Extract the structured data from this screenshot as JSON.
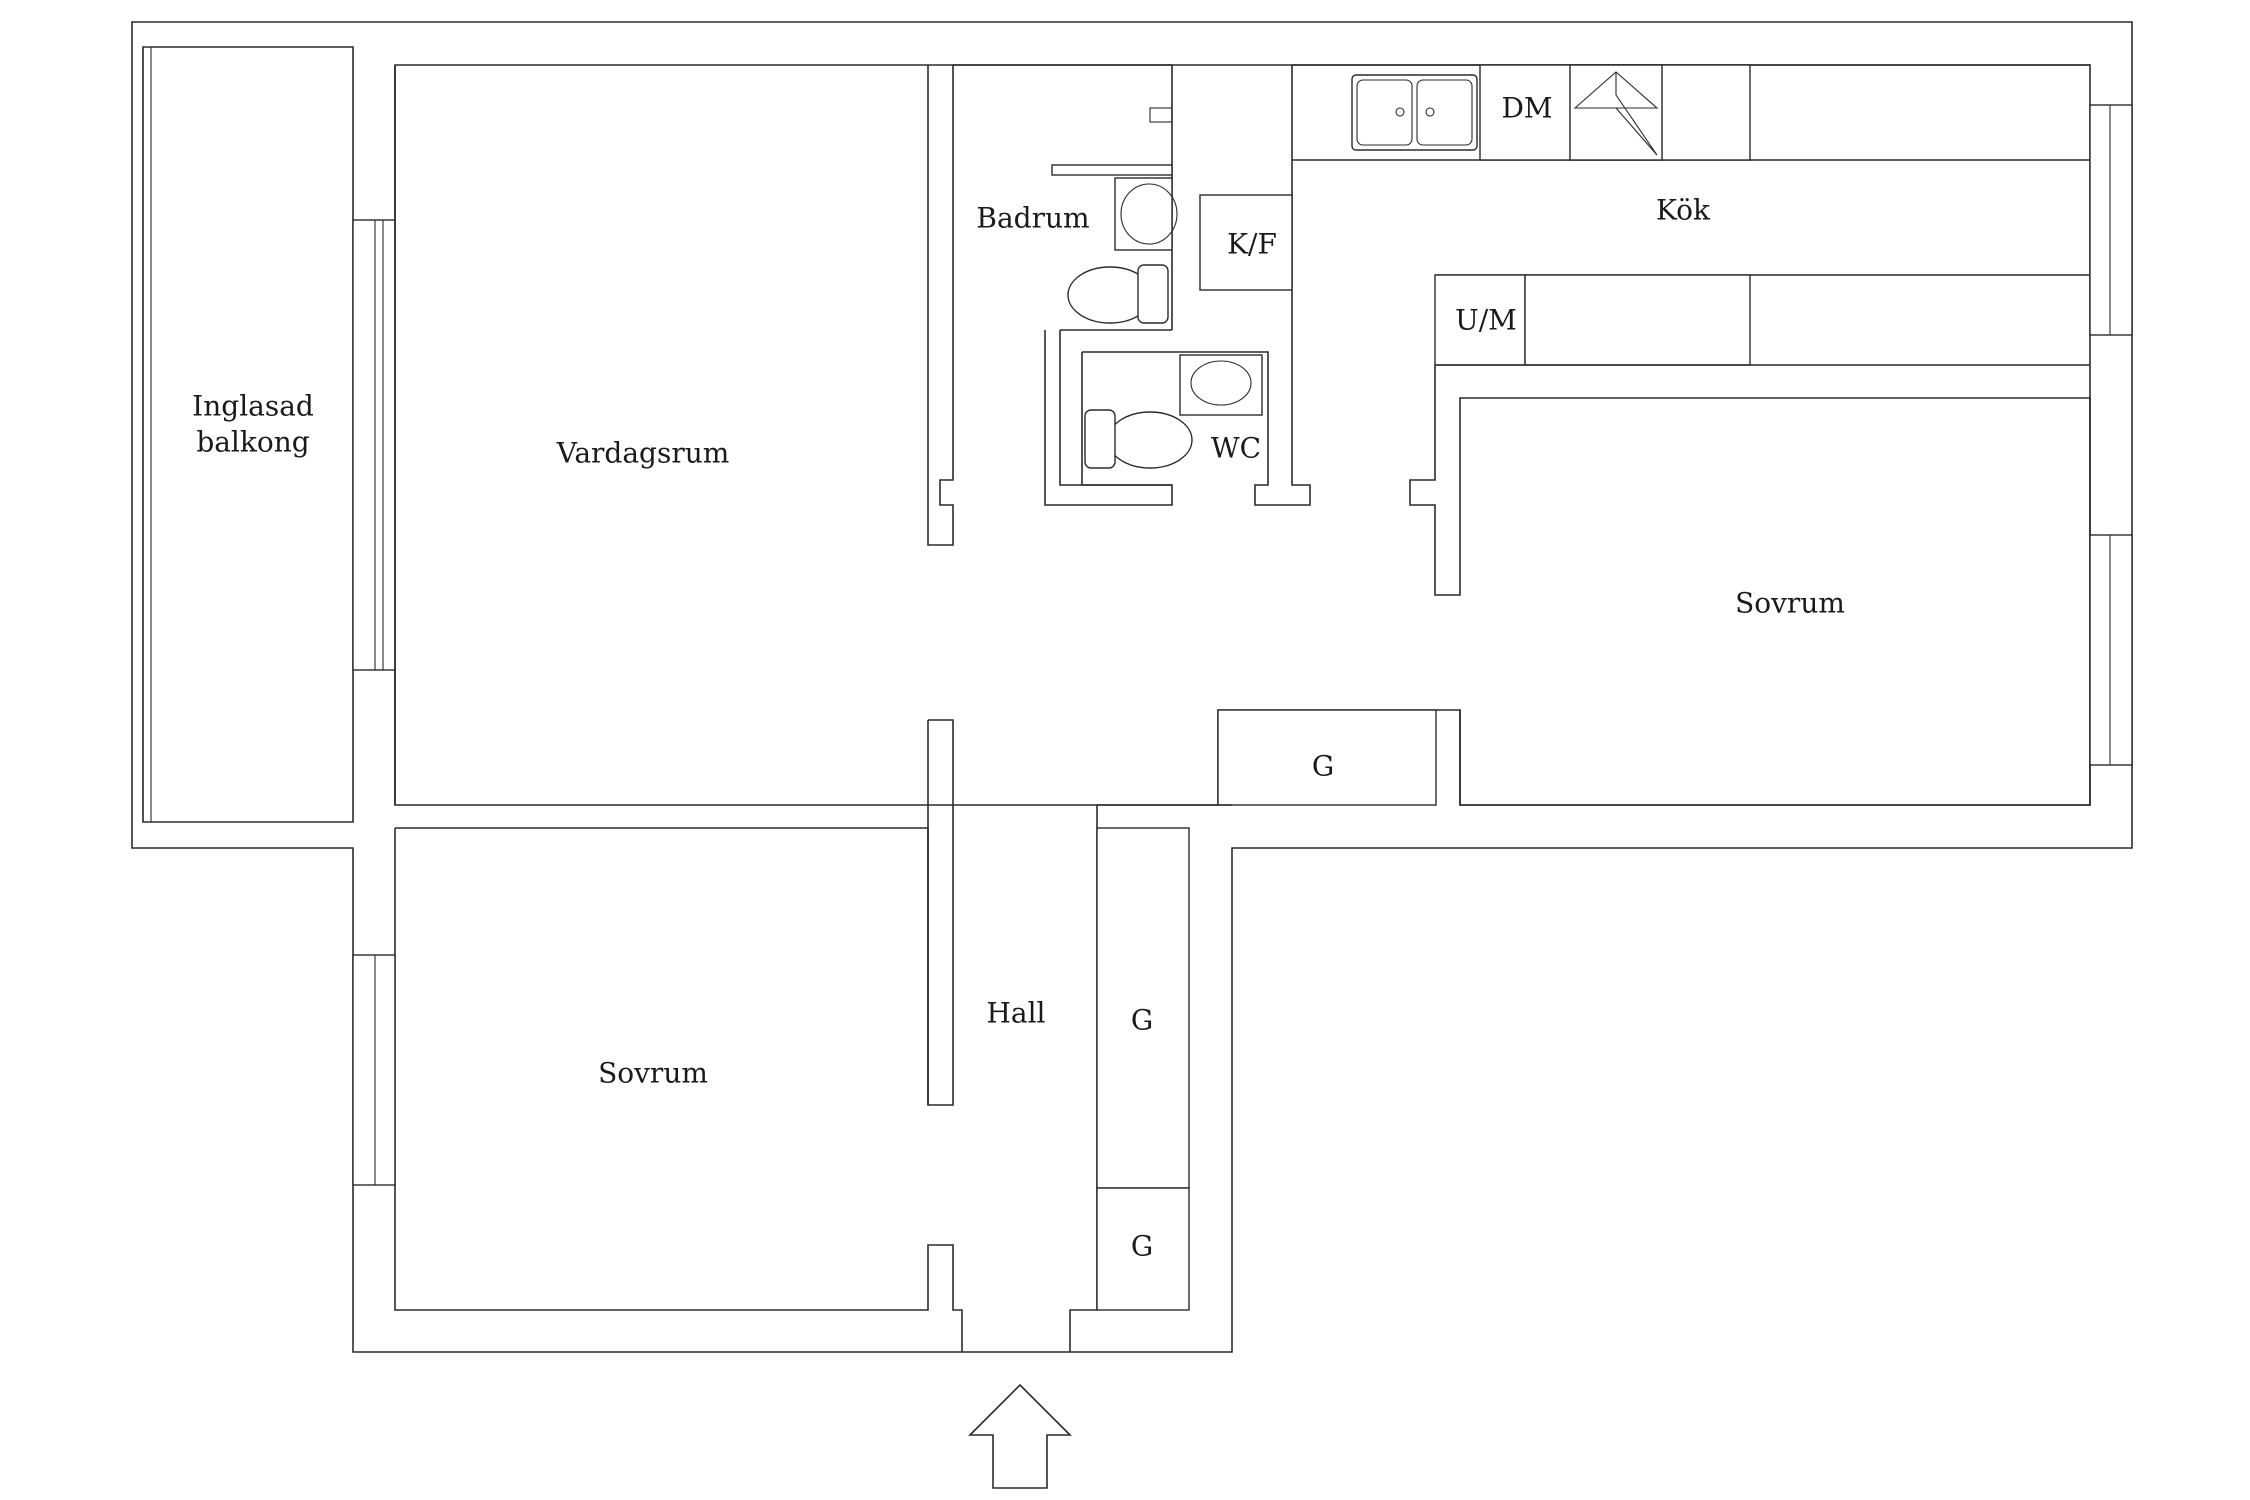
{
  "rooms": {
    "balcony_line1": "Inglasad",
    "balcony_line2": "balkong",
    "living_room": "Vardagsrum",
    "bathroom": "Badrum",
    "fridge_freezer": "K/F",
    "wc": "WC",
    "dishwasher": "DM",
    "kitchen": "Kök",
    "oven_microwave": "U/M",
    "bedroom_right": "Sovrum",
    "bedroom_left": "Sovrum",
    "hall": "Hall",
    "closet_top": "G",
    "closet_hall_1": "G",
    "closet_hall_2": "G"
  },
  "colors": {
    "line": "#2b2b2b",
    "background": "#ffffff"
  }
}
